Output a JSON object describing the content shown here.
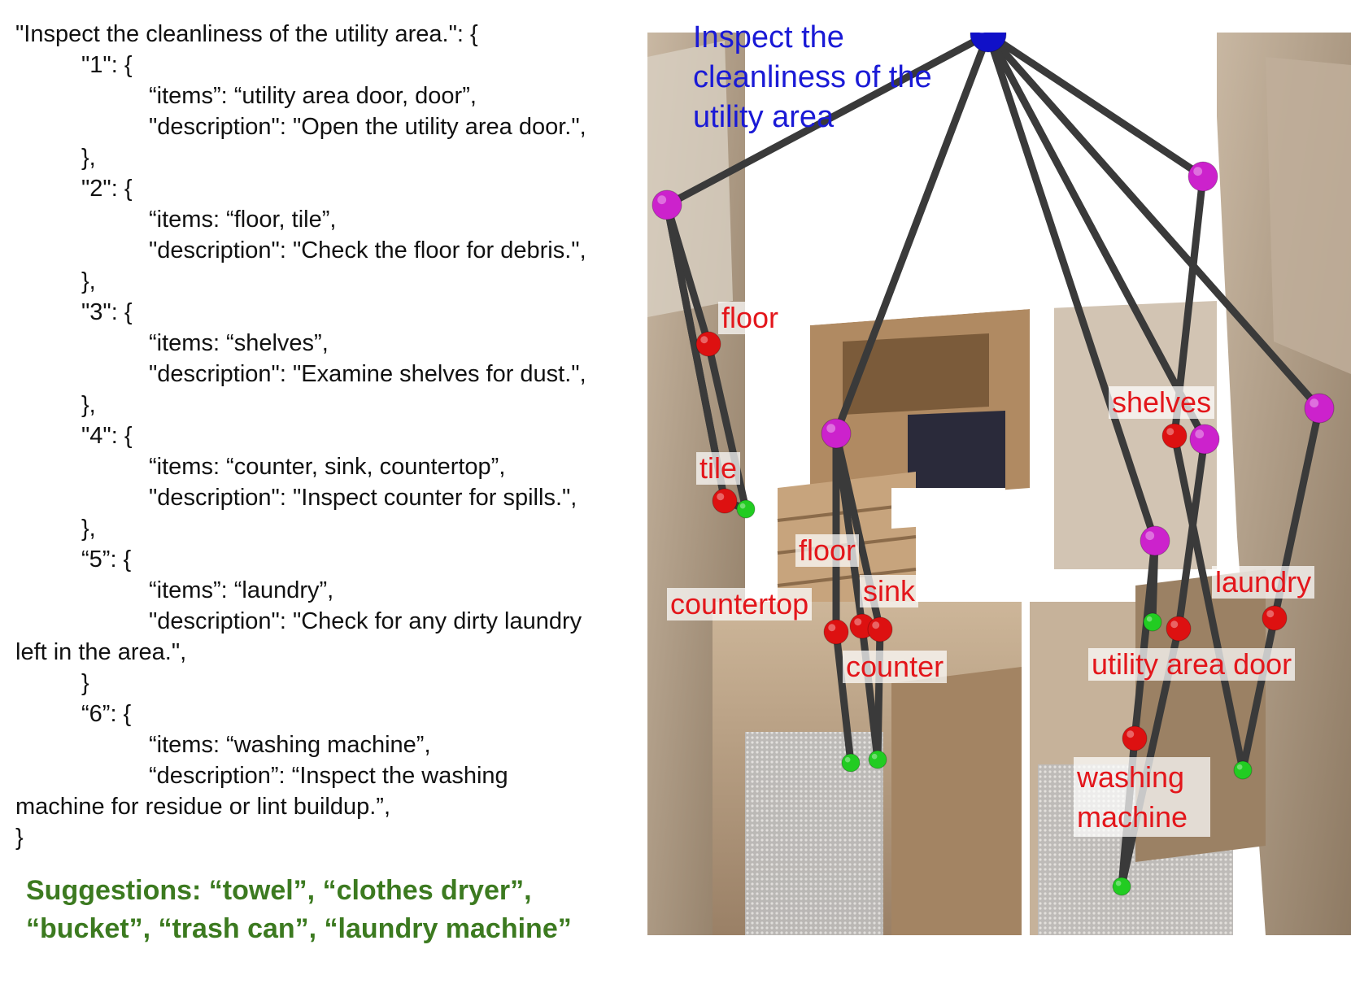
{
  "plan": {
    "lines": [
      "\"Inspect the cleanliness of the utility area.\": {",
      "\"1\": {",
      "“items”: “utility area door, door”,",
      "\"description\": \"Open the utility area door.\",",
      "},",
      "\"2\": {",
      "“items: “floor, tile”,",
      "\"description\": \"Check the floor for debris.\",",
      "},",
      "\"3\": {",
      "“items: “shelves”,",
      "\"description\": \"Examine shelves for dust.\",",
      "},",
      "\"4\": {",
      "“items: “counter, sink, countertop”,",
      "\"description\": \"Inspect counter for spills.\",",
      "},",
      "“5”: {",
      "“items”: “laundry”,",
      "\"description\": \"Check for any dirty laundry",
      "left in the area.\",",
      "}",
      "“6”: {",
      "“items: “washing machine”,",
      "“description”: “Inspect the washing",
      "machine for residue or lint buildup.”,",
      "}"
    ],
    "suggestions": "Suggestions: “towel”, “clothes dryer”, “bucket”, “trash can”, “laundry machine”"
  },
  "graph": {
    "root_label": "Inspect the cleanliness of the utility area",
    "object_labels": {
      "floor_1": "floor",
      "tile": "tile",
      "countertop": "countertop",
      "floor_2": "floor",
      "sink": "sink",
      "counter": "counter",
      "shelves": "shelves",
      "laundry": "laundry",
      "utility_area_door": "utility area door",
      "washing_machine": "washing machine"
    },
    "colors": {
      "root_node": "#1010c8",
      "subtask_node": "#cc22cc",
      "object_node": "#dd1111",
      "anchor_node": "#22cc22",
      "edge": "#3a3a3a",
      "root_text": "#1a1ad6",
      "object_text": "#e3161b",
      "suggestion_text": "#3c7a20"
    }
  }
}
